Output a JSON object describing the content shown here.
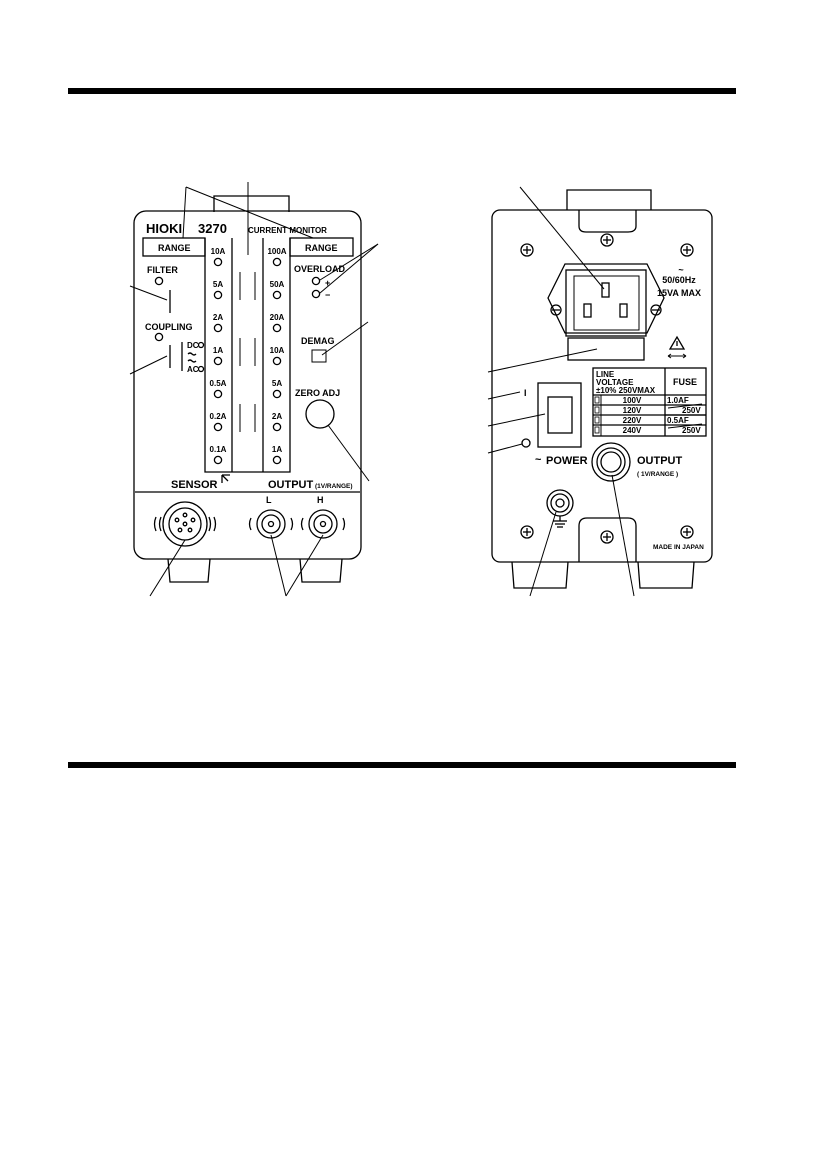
{
  "front_panel": {
    "brand": "HIOKI",
    "model": "3270",
    "product": "CURRENT MONITOR",
    "range_left": "RANGE",
    "range_right": "RANGE",
    "filter": "FILTER",
    "coupling": "COUPLING",
    "coupling_dc": "DC",
    "coupling_ac": "AC",
    "overload": "OVERLOAD",
    "overload_plus": "+",
    "overload_minus": "−",
    "demag": "DEMAG",
    "zero_adj": "ZERO ADJ",
    "sensor": "SENSOR",
    "output": "OUTPUT",
    "output_sub": "(1V/RANGE)",
    "output_l": "L",
    "output_h": "H",
    "ranges_left": [
      "10A",
      "5A",
      "2A",
      "1A",
      "0.5A",
      "0.2A",
      "0.1A"
    ],
    "ranges_right": [
      "100A",
      "50A",
      "20A",
      "10A",
      "5A",
      "2A",
      "1A"
    ]
  },
  "rear_panel": {
    "power_spec_1": "50/60Hz",
    "power_spec_2": "15VA MAX",
    "power": "POWER",
    "power_tilde": "~",
    "output": "OUTPUT",
    "output_sub": "( 1V/RANGE )",
    "made_in": "MADE IN JAPAN",
    "switch_on": "I",
    "table": {
      "header_left_1": "LINE",
      "header_left_2": "VOLTAGE",
      "header_left_3": "±10% 250VMAX",
      "header_right": "FUSE",
      "voltages": [
        "100V",
        "120V",
        "220V",
        "240V"
      ],
      "fuse_1": "1.0AF",
      "fuse_1_v": "250V",
      "fuse_2": "0.5AF",
      "fuse_2_v": "250V"
    }
  }
}
